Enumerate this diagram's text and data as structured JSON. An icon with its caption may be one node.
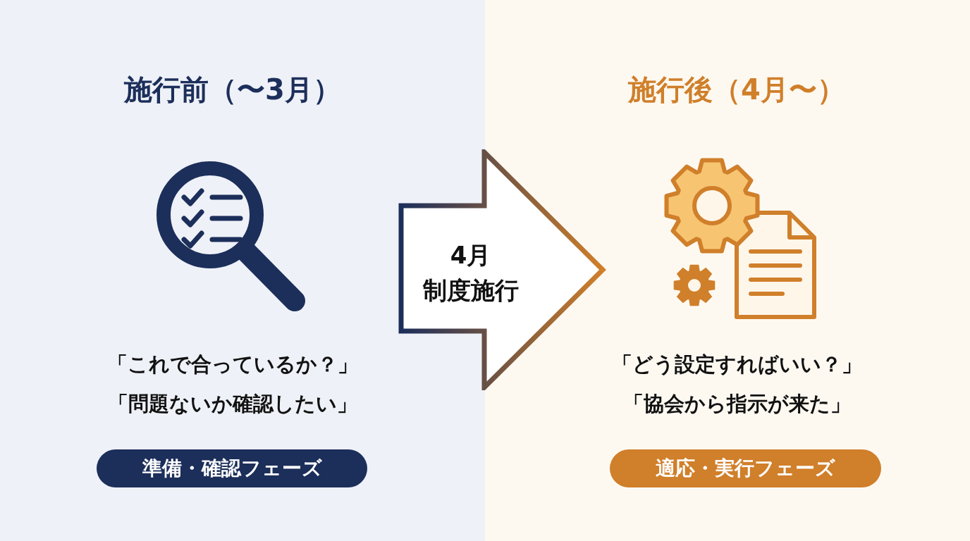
{
  "diagram": {
    "nodes": [
      {
        "text": [
          "施行前（〜3月）",
          "「これで合っているか？」",
          "「問題ないか確認したい」"
        ]
      },
      {
        "text": [
          "準備・確認フェーズ"
        ],
        "in": 0
      },
      {
        "text": [
          "4月",
          "制度施行"
        ]
      },
      {
        "text": [
          "施行後（4月〜）",
          "「どう設定すればいい？」",
          "「協会から指示が来た」"
        ]
      },
      {
        "text": [
          "適応・実行フェーズ"
        ],
        "in": 3
      }
    ],
    "edges": []
  }
}
